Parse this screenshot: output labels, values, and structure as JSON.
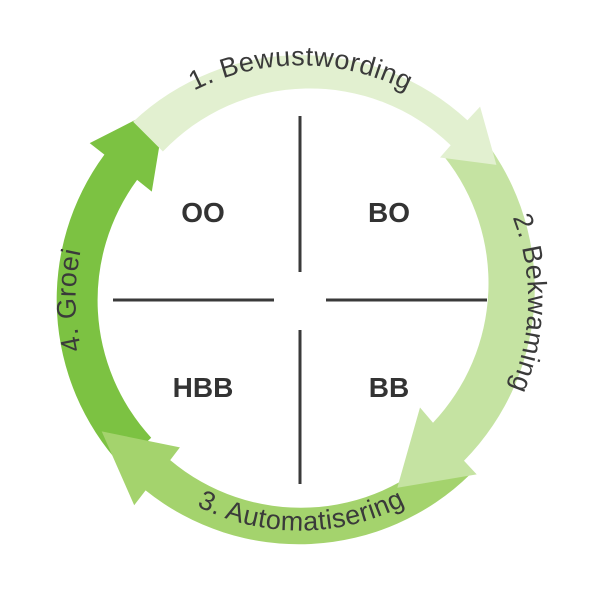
{
  "stages": [
    {
      "label": "1. Bewustwording",
      "color": "#e2f0d0"
    },
    {
      "label": "2. Bekwaming",
      "color": "#c5e3a2"
    },
    {
      "label": "3. Automatisering",
      "color": "#a4d36d"
    },
    {
      "label": "4. Groei",
      "color": "#7cc242"
    }
  ],
  "quadrants": {
    "top_left": "OO",
    "top_right": "BO",
    "bottom_left": "HBB",
    "bottom_right": "BB"
  },
  "colors": {
    "divider": "#3a3a3a",
    "text": "#333333",
    "background": "#ffffff"
  }
}
